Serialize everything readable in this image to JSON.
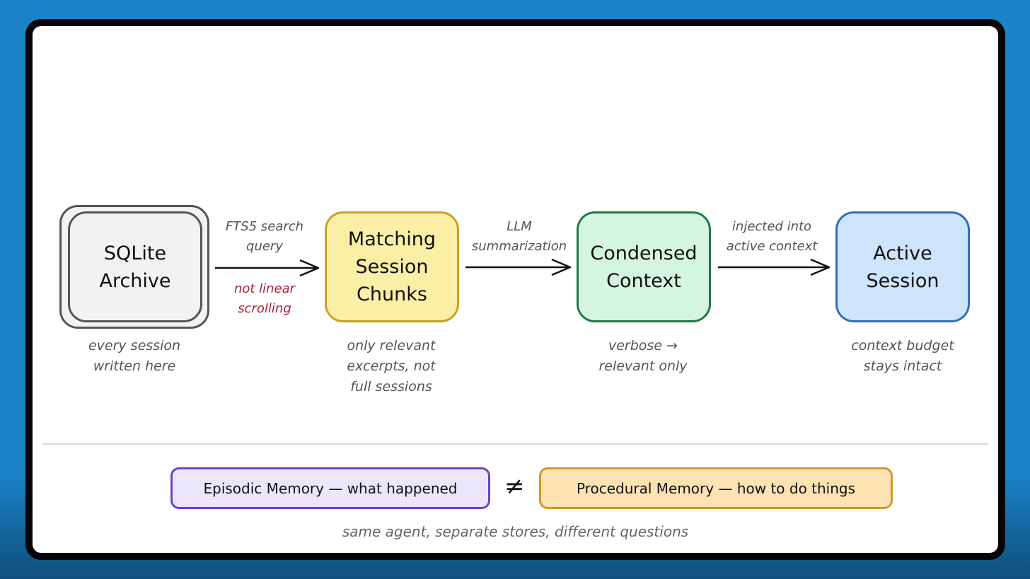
{
  "diagram": {
    "nodes": [
      {
        "id": "sqlite-archive",
        "label": "SQLite\nArchive",
        "note": "every session\nwritten here",
        "fill": "#f1f2f3",
        "stroke": "#555555"
      },
      {
        "id": "matching-session-chunks",
        "label": "Matching\nSession\nChunks",
        "note": "only relevant\nexcerpts, not\nfull sessions",
        "fill": "#fbefa6",
        "stroke": "#c9a21e"
      },
      {
        "id": "condensed-context",
        "label": "Condensed\nContext",
        "note": "verbose →\nrelevant only",
        "fill": "#d4f5e0",
        "stroke": "#1f7a45"
      },
      {
        "id": "active-session",
        "label": "Active\nSession",
        "note": "context budget\nstays intact",
        "fill": "#cde4fb",
        "stroke": "#2f6fb8"
      }
    ],
    "edges": [
      {
        "from": "sqlite-archive",
        "to": "matching-session-chunks",
        "label": "FTS5 search\nquery",
        "sublabel": "not linear\nscrolling"
      },
      {
        "from": "matching-session-chunks",
        "to": "condensed-context",
        "label": "LLM\nsummarization"
      },
      {
        "from": "condensed-context",
        "to": "active-session",
        "label": "injected into\nactive context"
      }
    ]
  },
  "comparison": {
    "left": {
      "label": "Episodic Memory — what happened",
      "fill": "#ece6fb",
      "stroke": "#6b45c2"
    },
    "operator": "≠",
    "right": {
      "label": "Procedural Memory — how to do things",
      "fill": "#fde2b2",
      "stroke": "#d6962c"
    },
    "caption": "same agent, separate stores, different questions"
  },
  "colors": {
    "background": "#1a80c4",
    "frame": "#060608",
    "canvas": "#ffffff",
    "accent_red": "#b0213a"
  }
}
